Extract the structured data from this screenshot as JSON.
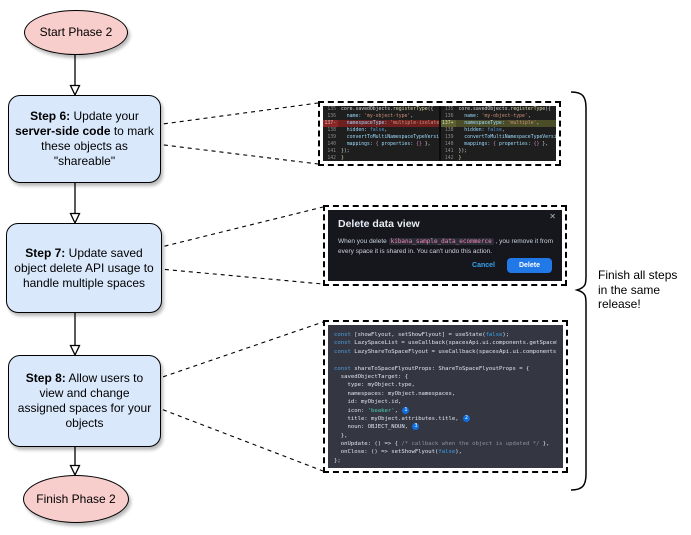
{
  "flowchart": {
    "start_label": "Start Phase 2",
    "finish_label": "Finish Phase 2",
    "steps": [
      {
        "segments": [
          {
            "t": "Step 6:",
            "b": true
          },
          {
            "t": " Update your ",
            "b": false
          },
          {
            "t": "server-side code",
            "b": true
          },
          {
            "t": " to mark these objects as \"shareable\"",
            "b": false
          }
        ]
      },
      {
        "segments": [
          {
            "t": "Step 7:",
            "b": true
          },
          {
            "t": " Update saved object delete API usage to handle multiple spaces",
            "b": false
          }
        ]
      },
      {
        "segments": [
          {
            "t": "Step 8:",
            "b": true
          },
          {
            "t": " Allow users to view and change assigned spaces for your objects",
            "b": false
          }
        ]
      }
    ],
    "side_note": "Finish all steps in the same release!"
  },
  "colors": {
    "step_fill": "#dae8fc",
    "terminal_fill": "#f8cecc",
    "stroke": "#000000",
    "diff_bg": "#1e1e1e",
    "diff_removed_bg": "#6e1f1f",
    "diff_added_bg": "#4a4d28",
    "modal_bg": "#16171d",
    "modal_primary_button": "#2179e8",
    "modal_link": "#36a2ef",
    "code_bg": "#343741",
    "badge_blue": "#0f6fe0"
  },
  "diff_screenshot": {
    "left": {
      "lines": [
        {
          "num": "135",
          "state": "",
          "tokens": [
            [
              "core.savedObjects.",
              "tok-plain"
            ],
            [
              "registerType",
              "tok-fn"
            ],
            [
              "({",
              "tok-plain"
            ]
          ]
        },
        {
          "num": "136",
          "state": "",
          "tokens": [
            [
              "  name: ",
              "tok-prop"
            ],
            [
              "'my-object-type'",
              "tok-str"
            ],
            [
              ",",
              "tok-plain"
            ]
          ]
        },
        {
          "num": "137-",
          "state": "removed",
          "tokens": [
            [
              "  namespaceType: ",
              "tok-prop"
            ],
            [
              "'multiple-isolated'",
              "tok-str"
            ],
            [
              ",",
              "tok-plain"
            ]
          ]
        },
        {
          "num": "138",
          "state": "",
          "tokens": [
            [
              "  hidden: ",
              "tok-prop"
            ],
            [
              "false",
              "tok-bool"
            ],
            [
              ",",
              "tok-plain"
            ]
          ]
        },
        {
          "num": "139",
          "state": "",
          "tokens": [
            [
              "  convertToMultiNamespaceTypeVersion: ",
              "tok-prop"
            ],
            [
              "'",
              "tok-str"
            ]
          ]
        },
        {
          "num": "140",
          "state": "",
          "tokens": [
            [
              "  mappings: ",
              "tok-prop"
            ],
            [
              "{ ",
              "tok-brace"
            ],
            [
              "properties: ",
              "tok-prop"
            ],
            [
              "{}",
              "tok-brace"
            ],
            [
              " },",
              "tok-plain"
            ]
          ]
        },
        {
          "num": "141",
          "state": "",
          "tokens": [
            [
              "});",
              "tok-plain"
            ]
          ]
        },
        {
          "num": "142",
          "state": "",
          "tokens": [
            [
              "}",
              "tok-fn"
            ]
          ]
        }
      ]
    },
    "right": {
      "lines": [
        {
          "num": "135",
          "state": "",
          "tokens": [
            [
              "core.savedObjects.",
              "tok-plain"
            ],
            [
              "registerType",
              "tok-fn"
            ],
            [
              "({",
              "tok-plain"
            ]
          ]
        },
        {
          "num": "136",
          "state": "",
          "tokens": [
            [
              "  name: ",
              "tok-prop"
            ],
            [
              "'my-object-type'",
              "tok-str"
            ],
            [
              ",",
              "tok-plain"
            ]
          ]
        },
        {
          "num": "137+",
          "state": "added",
          "tokens": [
            [
              "  namespaceType: ",
              "tok-prop"
            ],
            [
              "'multiple'",
              "tok-str"
            ],
            [
              ",",
              "tok-plain"
            ]
          ]
        },
        {
          "num": "138",
          "state": "",
          "tokens": [
            [
              "  hidden: ",
              "tok-prop"
            ],
            [
              "false",
              "tok-bool"
            ],
            [
              ",",
              "tok-plain"
            ]
          ]
        },
        {
          "num": "139",
          "state": "",
          "tokens": [
            [
              "  convertToMultiNamespaceTypeVersion: ",
              "tok-prop"
            ],
            [
              "'",
              "tok-str"
            ]
          ]
        },
        {
          "num": "140",
          "state": "",
          "tokens": [
            [
              "  mappings: ",
              "tok-prop"
            ],
            [
              "{ ",
              "tok-brace"
            ],
            [
              "properties: ",
              "tok-prop"
            ],
            [
              "{}",
              "tok-brace"
            ],
            [
              " },",
              "tok-plain"
            ]
          ]
        },
        {
          "num": "141",
          "state": "",
          "tokens": [
            [
              "});",
              "tok-plain"
            ]
          ]
        },
        {
          "num": "142",
          "state": "",
          "tokens": [
            [
              "}",
              "tok-fn"
            ]
          ]
        }
      ]
    }
  },
  "modal_screenshot": {
    "title": "Delete data view",
    "close_icon": "✕",
    "body_prefix": "When you delete ",
    "code_token": "kibana_sample_data_ecommerce",
    "body_suffix": " , you remove it from every space it is shared in. You can't undo this action.",
    "cancel_label": "Cancel",
    "delete_label": "Delete"
  },
  "code_screenshot": {
    "lines": [
      {
        "tokens": [
          [
            "const ",
            "tok-kw"
          ],
          [
            "[showFlyout, setShowFlyout] = useState(",
            "tok-plain"
          ],
          [
            "false",
            "tok-bool"
          ],
          [
            ");",
            "tok-plain"
          ]
        ]
      },
      {
        "tokens": [
          [
            "const ",
            "tok-kw"
          ],
          [
            "LazySpaceList = useCallback(spacesApi.ui.components.getSpaceLis",
            "tok-plain"
          ]
        ]
      },
      {
        "tokens": [
          [
            "const ",
            "tok-kw"
          ],
          [
            "LazyShareToSpaceFlyout = useCallback(spacesApi.ui.components.ge",
            "tok-plain"
          ]
        ]
      },
      {
        "tokens": [
          [
            "",
            "tok-plain"
          ]
        ]
      },
      {
        "tokens": [
          [
            "const ",
            "tok-kw"
          ],
          [
            "shareToSpaceFlyoutProps: ShareToSpaceFlyoutProps = {",
            "tok-plain"
          ]
        ]
      },
      {
        "tokens": [
          [
            "  savedObjectTarget: {",
            "tok-plain"
          ]
        ]
      },
      {
        "tokens": [
          [
            "    type: myObject.type,",
            "tok-plain"
          ]
        ]
      },
      {
        "tokens": [
          [
            "    namespaces: myObject.namespaces,",
            "tok-plain"
          ]
        ]
      },
      {
        "tokens": [
          [
            "    id: myObject.id,",
            "tok-plain"
          ]
        ]
      },
      {
        "tokens": [
          [
            "    icon: ",
            "tok-plain"
          ],
          [
            "'beaker'",
            "tok-str"
          ],
          [
            ", ",
            "tok-plain"
          ]
        ],
        "badge": "1"
      },
      {
        "tokens": [
          [
            "    title: myObject.attributes.title, ",
            "tok-plain"
          ]
        ],
        "badge": "2"
      },
      {
        "tokens": [
          [
            "    noun: OBJECT_NOUN, ",
            "tok-plain"
          ]
        ],
        "badge": "3"
      },
      {
        "tokens": [
          [
            "  },",
            "tok-plain"
          ]
        ]
      },
      {
        "tokens": [
          [
            "  onUpdate: () => { ",
            "tok-plain"
          ],
          [
            "/* callback when the object is updated */",
            "tok-comment"
          ],
          [
            " },",
            "tok-plain"
          ]
        ]
      },
      {
        "tokens": [
          [
            "  onClose: () => setShowFlyout(",
            "tok-plain"
          ],
          [
            "false",
            "tok-bool"
          ],
          [
            "),",
            "tok-plain"
          ]
        ]
      },
      {
        "tokens": [
          [
            "};",
            "tok-plain"
          ]
        ]
      }
    ]
  }
}
